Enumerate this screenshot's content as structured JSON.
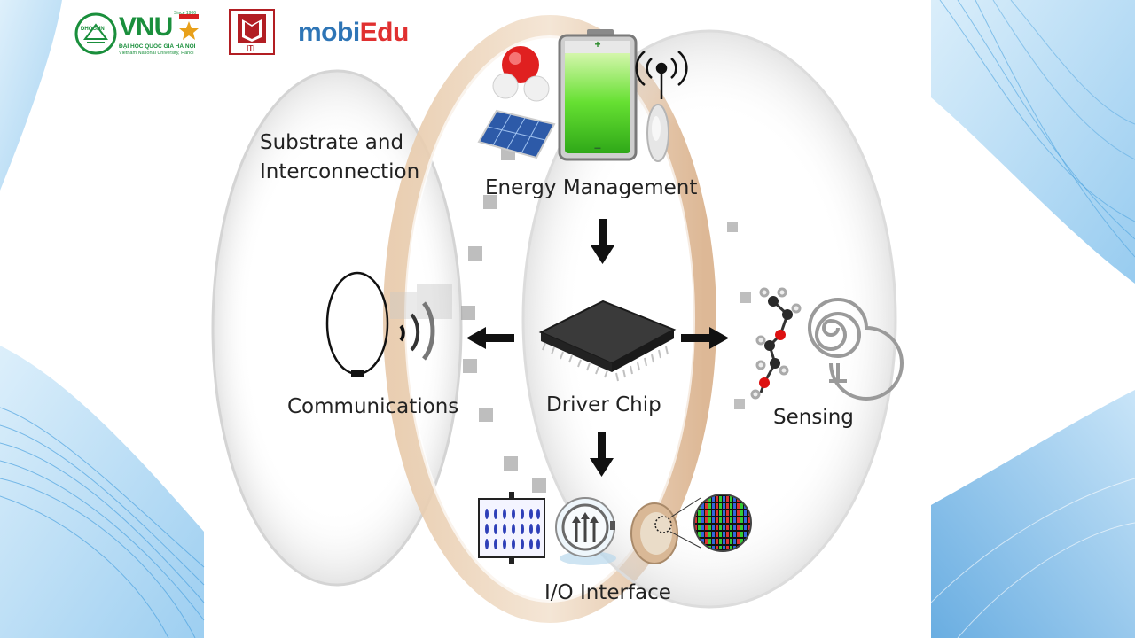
{
  "logos": {
    "vnu_text": "VNU",
    "vnu_badge": "ĐHQGHN",
    "vnu_since": "Since 1906",
    "vnu_sub1": "ĐẠI HỌC QUỐC GIA HÀ NỘI",
    "vnu_sub2": "Vietnam National University, Hanoi",
    "iti_text": "ITI",
    "mobiedu_text": "mobiEdu"
  },
  "labels": {
    "substrate": "Substrate and",
    "substrate2": "Interconnection",
    "energy": "Energy Management",
    "communications": "Communications",
    "driver": "Driver Chip",
    "sensing": "Sensing",
    "io": "I/O Interface"
  },
  "icons": [
    "water-molecule-icon",
    "solar-panel-icon",
    "battery-icon",
    "antenna-icon",
    "contact-lens-icon",
    "chip-icon",
    "loop-antenna-icon",
    "spiral-sensor-icon",
    "molecule-icon",
    "liquid-crystal-icon",
    "pupil-lens-icon",
    "pixel-display-icon"
  ],
  "colors": {
    "vnu_green": "#1a8f3c",
    "mobi_blue": "#2e75b6",
    "mobi_red": "#e03030",
    "iti_red": "#b21e23",
    "wave_blue": "#4da3e0",
    "arrow": "#111111"
  }
}
